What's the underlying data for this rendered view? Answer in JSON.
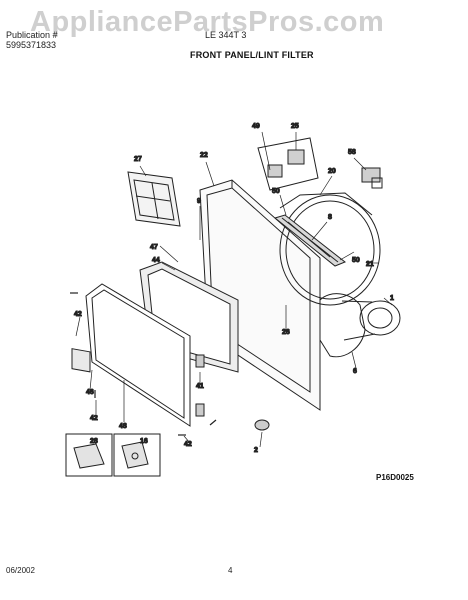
{
  "watermark": "AppliancePartsPros.com",
  "header": {
    "line1": "Publication #",
    "line2": "5995371833",
    "model": "LE 344T 3",
    "title": "FRONT PANEL/LINT FILTER"
  },
  "diagram_code": "P16D0025",
  "footer": {
    "date": "06/2002",
    "page": "4"
  },
  "callouts": {
    "c49": "49",
    "c25": "25",
    "c27": "27",
    "c22": "22",
    "c58": "58",
    "c20": "20",
    "c9": "9",
    "c50a": "50",
    "c8": "8",
    "c47": "47",
    "c44": "44",
    "c50b": "50",
    "c21": "21",
    "c1": "1",
    "c42a": "42",
    "c26": "26",
    "c6": "6",
    "c46": "46",
    "c41": "41",
    "c42b": "42",
    "c48": "48",
    "c42c": "42",
    "c2": "2",
    "c28": "28",
    "c16": "16"
  }
}
